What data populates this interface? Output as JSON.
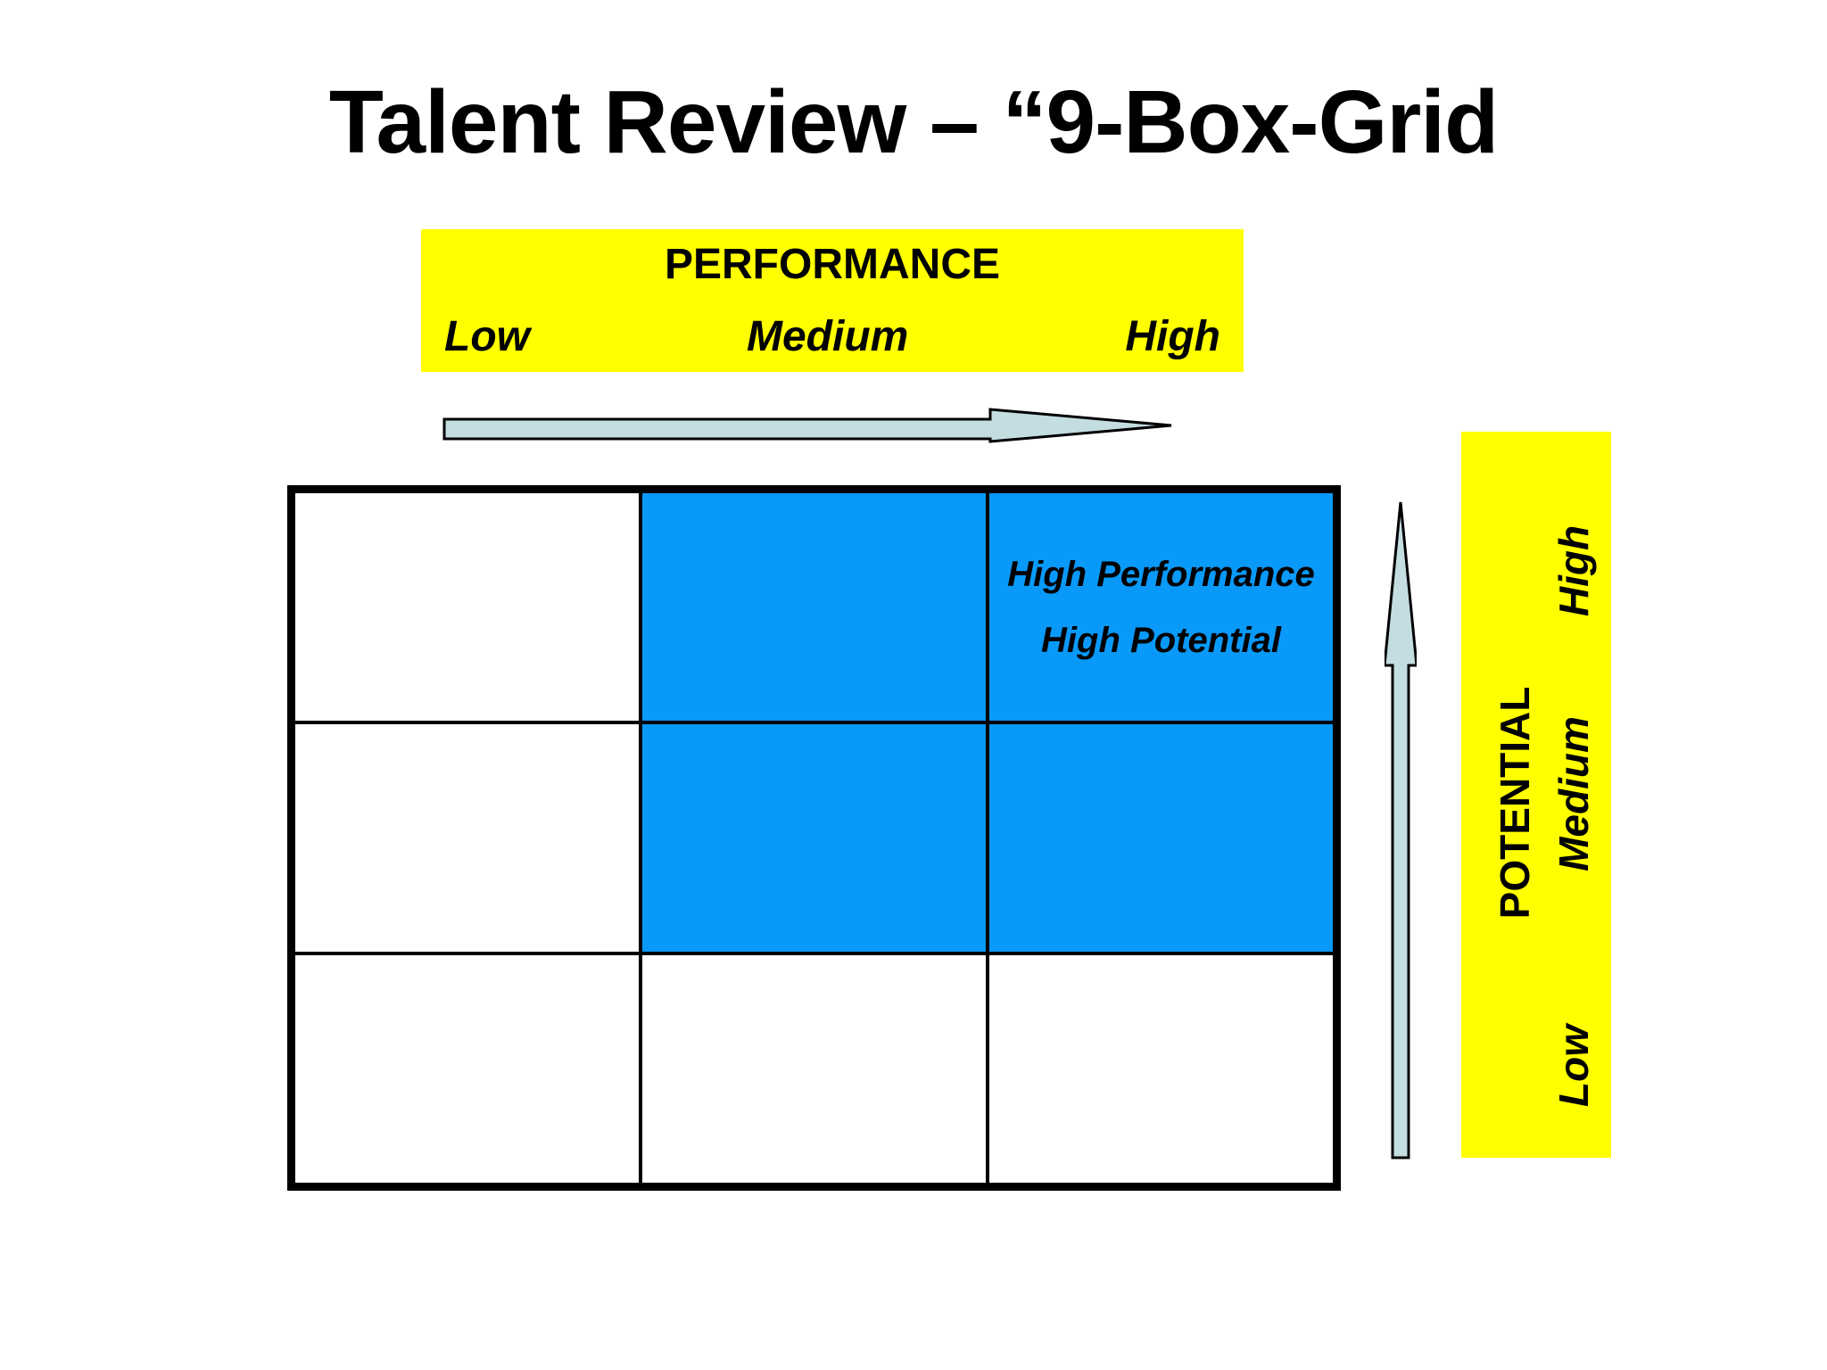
{
  "slide": {
    "title": "Talent Review – “9-Box-Grid"
  },
  "colors": {
    "banner_yellow": "#FFFF00",
    "cell_blue": "#0999F8",
    "arrow_fill": "#C3DDE1",
    "border_black": "#000000"
  },
  "performance_axis": {
    "label": "PERFORMANCE",
    "levels": [
      "Low",
      "Medium",
      "High"
    ]
  },
  "potential_axis": {
    "label": "POTENTIAL",
    "levels_top_to_bottom": [
      "High",
      "Medium",
      "Low"
    ]
  },
  "grid": {
    "rows": 3,
    "cols": 3,
    "cells": [
      {
        "row": 1,
        "col": 1,
        "highlighted": false,
        "lines": []
      },
      {
        "row": 1,
        "col": 2,
        "highlighted": true,
        "lines": []
      },
      {
        "row": 1,
        "col": 3,
        "highlighted": true,
        "lines": [
          "High Performance",
          "High Potential"
        ]
      },
      {
        "row": 2,
        "col": 1,
        "highlighted": false,
        "lines": []
      },
      {
        "row": 2,
        "col": 2,
        "highlighted": true,
        "lines": []
      },
      {
        "row": 2,
        "col": 3,
        "highlighted": true,
        "lines": []
      },
      {
        "row": 3,
        "col": 1,
        "highlighted": false,
        "lines": []
      },
      {
        "row": 3,
        "col": 2,
        "highlighted": false,
        "lines": []
      },
      {
        "row": 3,
        "col": 3,
        "highlighted": false,
        "lines": []
      }
    ]
  }
}
